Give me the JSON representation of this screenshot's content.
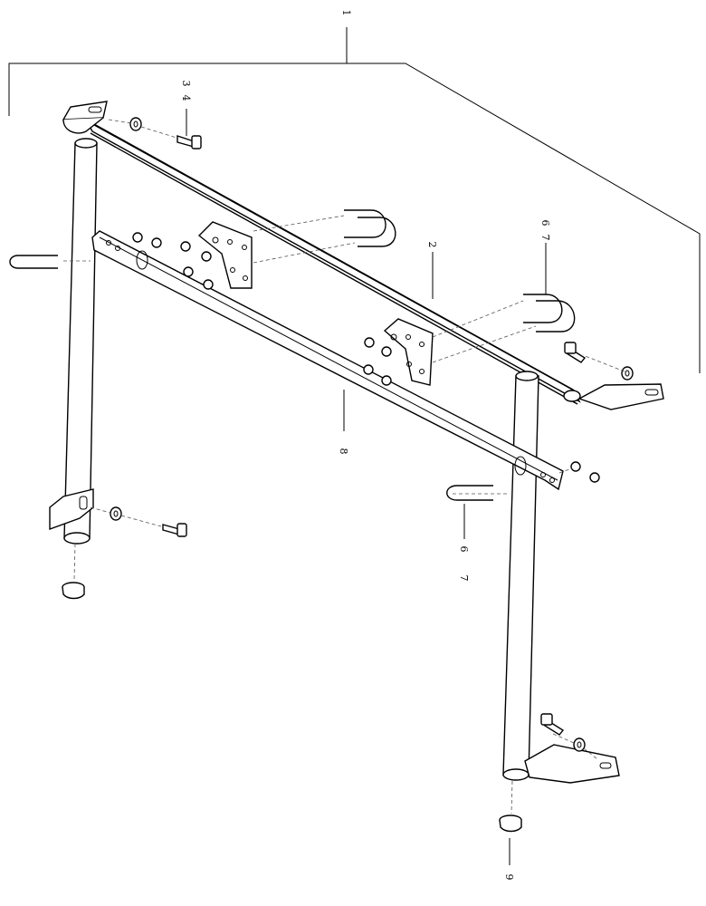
{
  "callouts": {
    "frame_assembly": "1",
    "upper_tube": "2",
    "bolt_upper_left": "3",
    "washer_upper_left": "4",
    "u_bolt_upper": "6",
    "u_bolt_upper_nut": "7",
    "u_bolt_lower": "6",
    "u_bolt_lower_nut": "7",
    "cross_bar": "8",
    "plug": "9"
  }
}
